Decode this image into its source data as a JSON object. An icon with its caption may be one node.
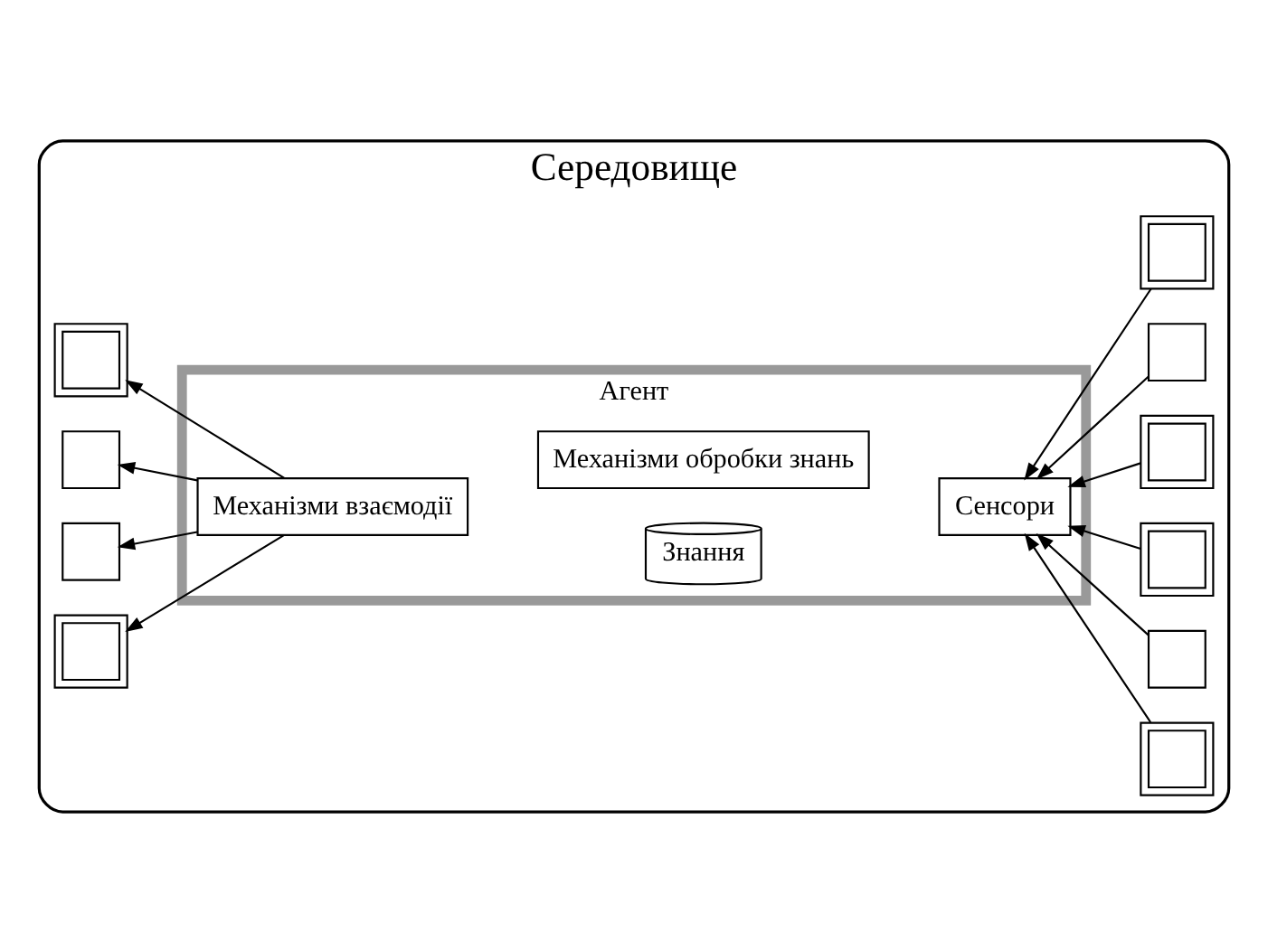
{
  "diagram": {
    "nodes": [
      {
        "text": [
          "Середовище"
        ]
      },
      {
        "text": [
          "Агент"
        ],
        "in": 0
      },
      {
        "text": [
          "Механізми взаємодії"
        ],
        "in": 1
      },
      {
        "text": [
          "Знання"
        ],
        "in": 1
      },
      {
        "text": [
          "Механізми обробки знань"
        ],
        "in": 1
      },
      {
        "text": [
          "Сенсори"
        ],
        "in": 1
      },
      {
        "text": [],
        "shape": "box",
        "in": 0
      },
      {
        "text": [],
        "shape": "box",
        "in": 0
      },
      {
        "text": [],
        "shape": "box",
        "in": 0
      },
      {
        "text": [],
        "shape": "box",
        "in": 0
      },
      {
        "text": [],
        "shape": "box",
        "in": 0
      },
      {
        "text": [],
        "shape": "box",
        "in": 0
      },
      {
        "text": [],
        "shape": "box",
        "in": 0
      },
      {
        "text": [],
        "shape": "box",
        "in": 0
      },
      {
        "text": [],
        "shape": "box",
        "in": 0
      },
      {
        "text": [],
        "shape": "box",
        "in": 0
      }
    ],
    "edges": [
      {
        "from": 2,
        "to": 6,
        "arrow": "to"
      },
      {
        "from": 2,
        "to": 7,
        "arrow": "to"
      },
      {
        "from": 2,
        "to": 8,
        "arrow": "to"
      },
      {
        "from": 2,
        "to": 9,
        "arrow": "to"
      },
      {
        "from": 10,
        "to": 5,
        "arrow": "to"
      },
      {
        "from": 11,
        "to": 5,
        "arrow": "to"
      },
      {
        "from": 12,
        "to": 5,
        "arrow": "to"
      },
      {
        "from": 13,
        "to": 5,
        "arrow": "to"
      },
      {
        "from": 14,
        "to": 5,
        "arrow": "to"
      },
      {
        "from": 15,
        "to": 5,
        "arrow": "to"
      }
    ]
  }
}
